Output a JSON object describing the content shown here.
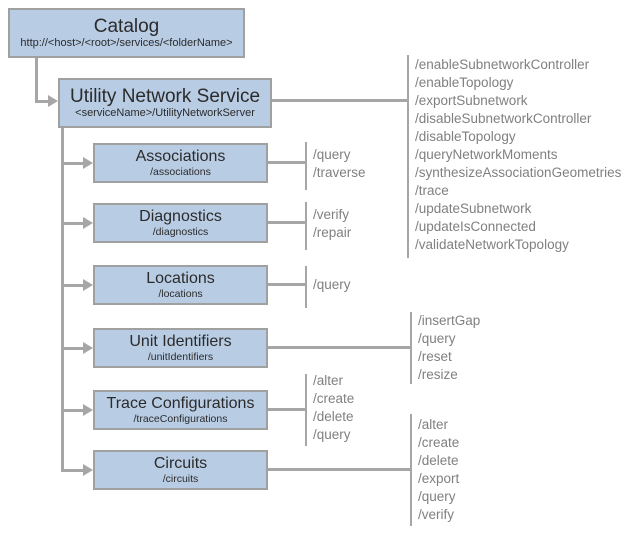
{
  "diagram": {
    "title_hint": "Utility Network Service REST resource hierarchy",
    "colors": {
      "box_fill": "#b8cce4",
      "box_border": "#a0a0a0",
      "connector_line": "#a6a6a6",
      "title_text": "#2b2b2b",
      "operation_text": "#808080"
    },
    "catalog": {
      "title": "Catalog",
      "subtitle": "http://<host>/<root>/services/<folderName>"
    },
    "service": {
      "title": "Utility Network Service",
      "subtitle": "<serviceName>/UtilityNetworkServer",
      "operations": [
        "/enableSubnetworkController",
        "/enableTopology",
        "/exportSubnetwork",
        "/disableSubnetworkController",
        "/disableTopology",
        "/queryNetworkMoments",
        "/synthesizeAssociationGeometries",
        "/trace",
        "/updateSubnetwork",
        "/updateIsConnected",
        "/validateNetworkTopology"
      ]
    },
    "resources": [
      {
        "title": "Associations",
        "subtitle": "/associations",
        "operations": [
          "/query",
          "/traverse"
        ]
      },
      {
        "title": "Diagnostics",
        "subtitle": "/diagnostics",
        "operations": [
          "/verify",
          "/repair"
        ]
      },
      {
        "title": "Locations",
        "subtitle": "/locations",
        "operations": [
          "/query"
        ]
      },
      {
        "title": "Unit Identifiers",
        "subtitle": "/unitIdentifiers",
        "operations": [
          "/insertGap",
          "/query",
          "/reset",
          "/resize"
        ]
      },
      {
        "title": "Trace Configurations",
        "subtitle": "/traceConfigurations",
        "operations": [
          "/alter",
          "/create",
          "/delete",
          "/query"
        ]
      },
      {
        "title": "Circuits",
        "subtitle": "/circuits",
        "operations": [
          "/alter",
          "/create",
          "/delete",
          "/export",
          "/query",
          "/verify"
        ]
      }
    ]
  }
}
